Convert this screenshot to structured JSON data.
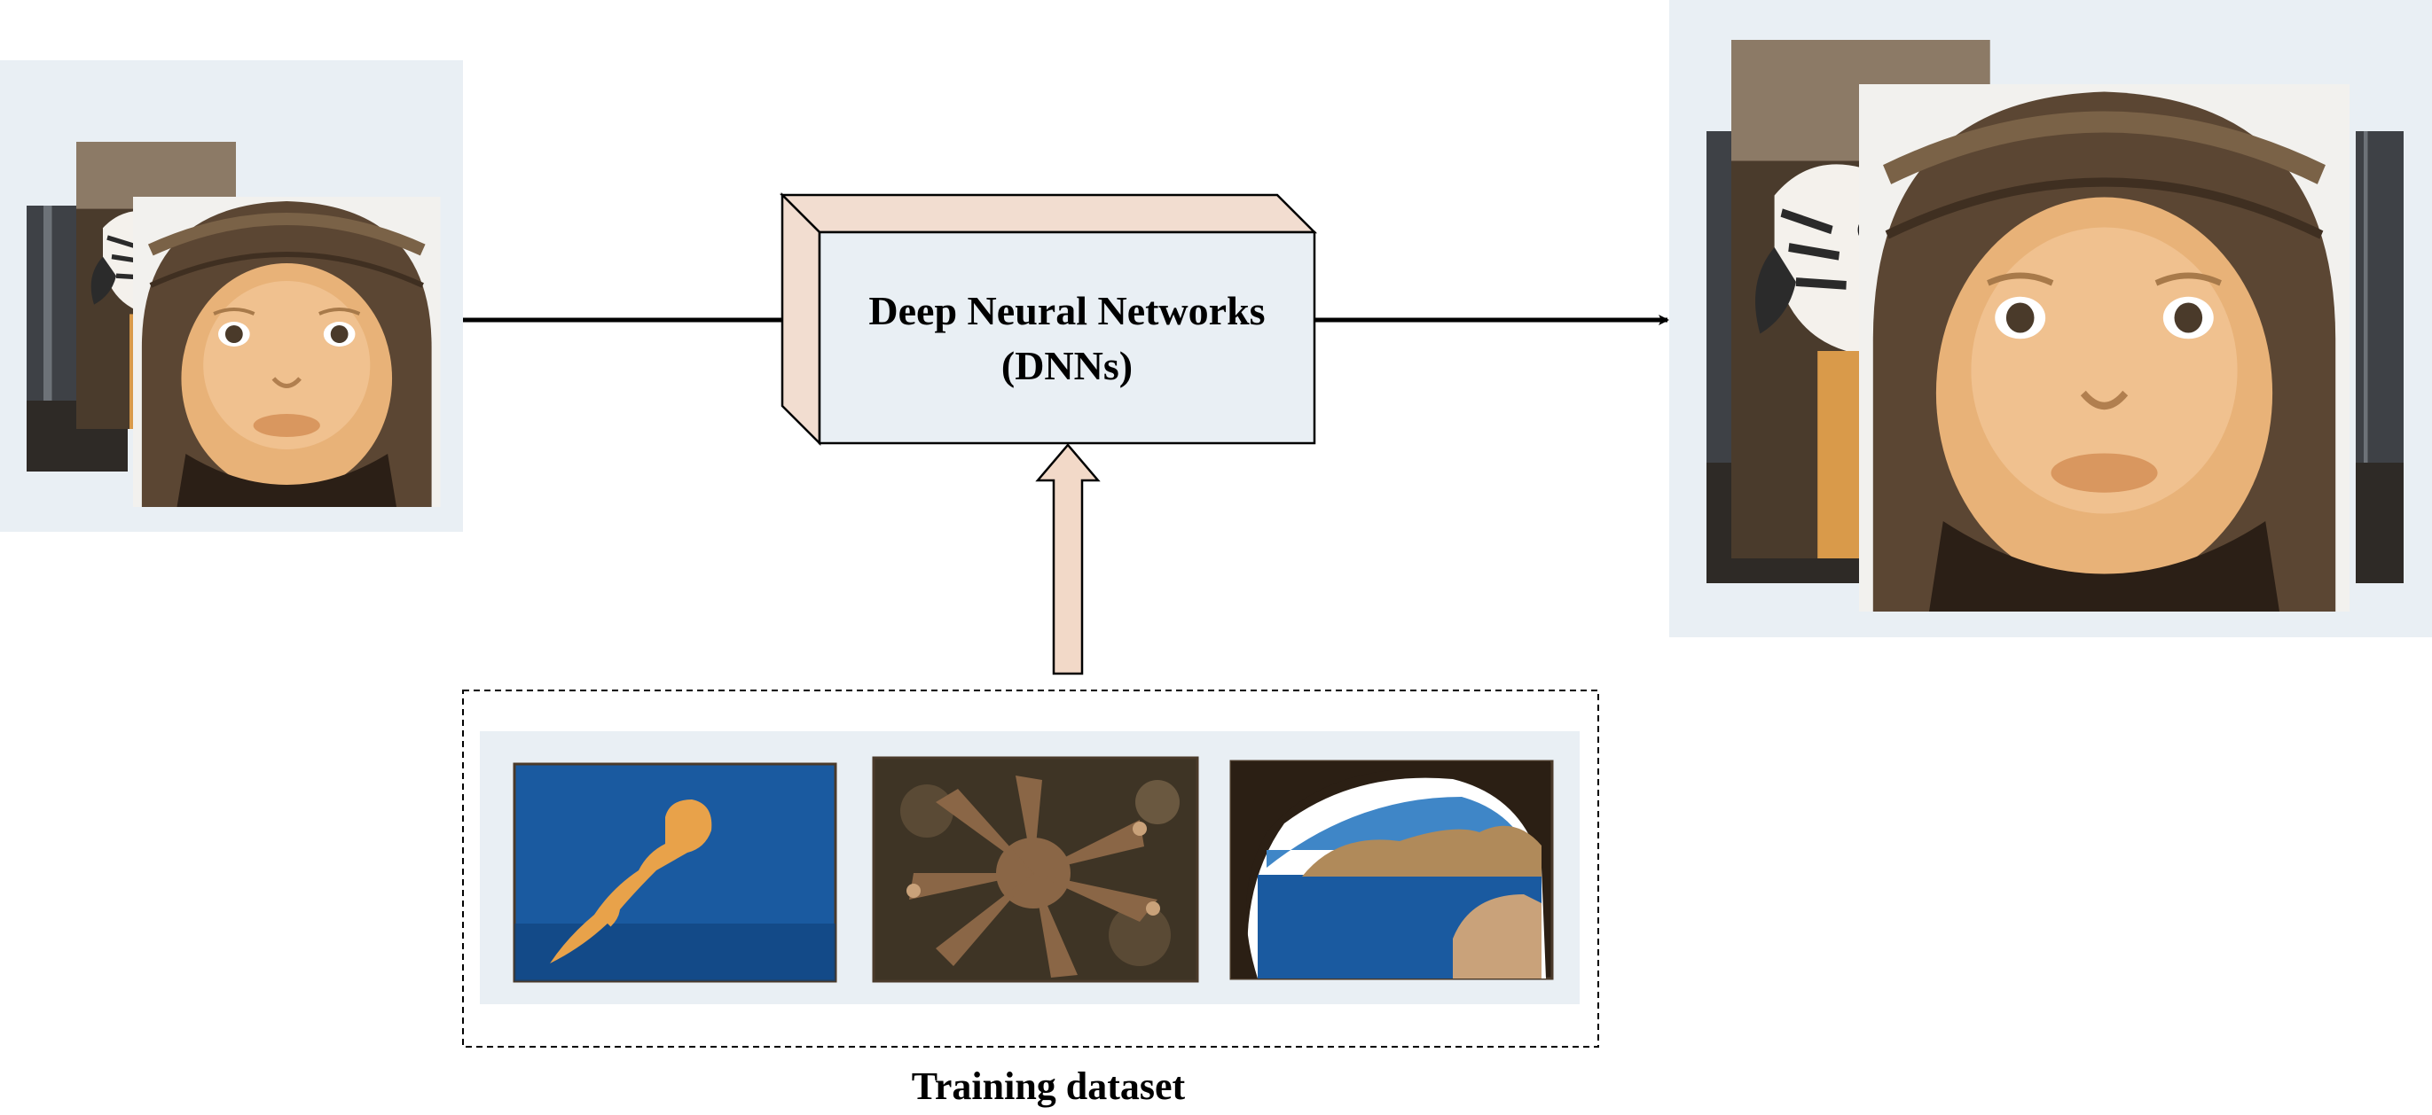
{
  "dnn_box": {
    "line1": "Deep Neural Networks",
    "line2": "(DNNs)"
  },
  "training": {
    "caption": "Training dataset",
    "images": [
      "jellyfish",
      "starfish",
      "sea-cave"
    ]
  },
  "input": {
    "images": [
      "cave-wall",
      "parrot",
      "baby-in-knit-hat"
    ]
  },
  "output": {
    "images": [
      "cave-wall",
      "parrot",
      "baby-in-knit-hat"
    ]
  },
  "colors": {
    "panel_bg": "#e9eff4",
    "box_face": "#e9eff4",
    "box_side": "#f2ddd0",
    "arrow_fill": "#f2d9c8",
    "ocean_blue": "#1a5aa0",
    "skin": "#e8b278",
    "hat": "#5b4633",
    "starfish": "#8a6646",
    "cave_rock": "#3a2a1a"
  }
}
